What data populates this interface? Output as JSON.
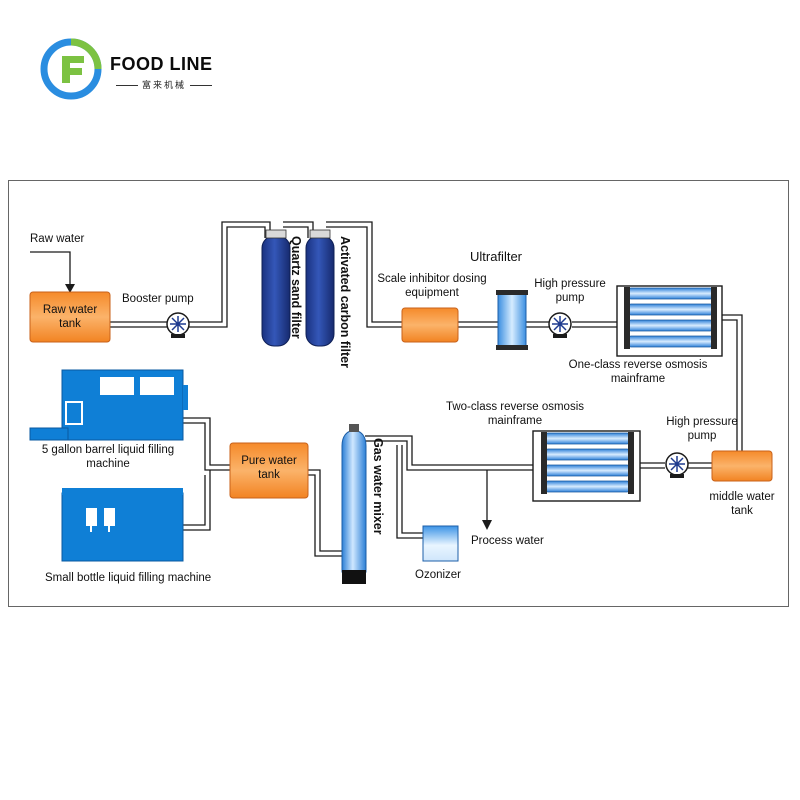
{
  "brand": {
    "name": "FOOD LINE",
    "subtitle": "富来机械",
    "logo_icon": "food-line-logo-icon"
  },
  "colors": {
    "pipe": "#1b1b1b",
    "tank_orange": "#f07a1c",
    "filter_navy": "#1f3b8f",
    "machine_blue": "#0f7fd6",
    "membrane_blue": "#2f86e0"
  },
  "labels": {
    "raw_water": "Raw water",
    "raw_water_tank": "Raw water tank",
    "booster_pump": "Booster pump",
    "quartz_sand_filter": "Quartz sand filter",
    "activated_carbon_filter": "Activated carbon filter",
    "scale_inhibitor": "Scale inhibitor dosing equipment",
    "ultrafilter": "Ultrafilter",
    "high_pressure_pump_1": "High pressure pump",
    "one_class_ro": "One-class reverse osmosis mainframe",
    "two_class_ro": "Two-class reverse osmosis mainframe",
    "high_pressure_pump_2": "High pressure pump",
    "middle_water_tank": "middle water tank",
    "five_gallon": "5 gallon barrel liquid filling machine",
    "pure_water_tank": "Pure water tank",
    "gas_water_mixer": "Gas water mixer",
    "process_water": "Process water",
    "ozonizer": "Ozonizer",
    "small_bottle": "Small bottle liquid filling machine"
  }
}
